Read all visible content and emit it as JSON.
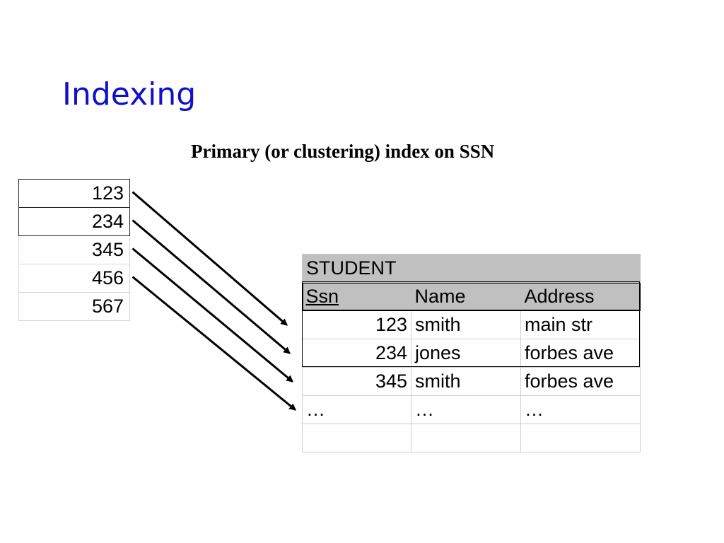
{
  "slide": {
    "title": "Indexing",
    "subtitle": "Primary (or clustering)  index on SSN"
  },
  "index": {
    "entries": [
      "123",
      "234",
      "345",
      "456",
      "567"
    ]
  },
  "student_table": {
    "name": "STUDENT",
    "columns": [
      "Ssn",
      "Name",
      "Address"
    ],
    "rows": [
      [
        "123",
        "smith",
        "main str"
      ],
      [
        "234",
        "jones",
        "forbes ave"
      ],
      [
        "345",
        "smith",
        "forbes ave"
      ],
      [
        "…",
        "…",
        "…"
      ],
      [
        "",
        "",
        ""
      ]
    ]
  },
  "arrows": [
    {
      "from_index": 0,
      "to_row": 0
    },
    {
      "from_index": 1,
      "to_row": 1
    },
    {
      "from_index": 2,
      "to_row": 2
    },
    {
      "from_index": 3,
      "to_row": 3
    }
  ]
}
